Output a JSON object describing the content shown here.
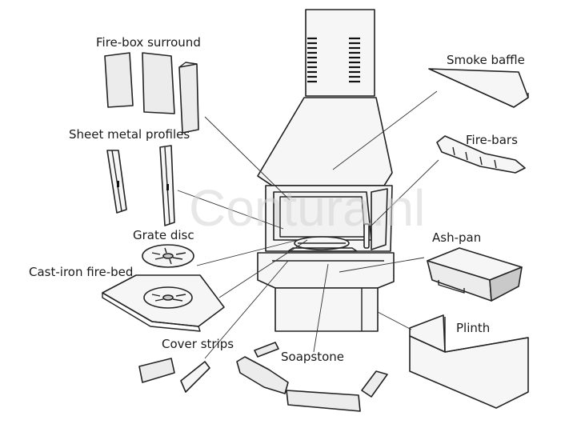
{
  "watermark": "Contura.nl",
  "labels": {
    "firebox_surround": "Fire-box surround",
    "sheet_metal_profiles": "Sheet metal profiles",
    "grate_disc": "Grate disc",
    "cast_iron_fire_bed": "Cast-iron fire-bed",
    "cover_strips": "Cover strips",
    "soapstone": "Soapstone",
    "smoke_baffle": "Smoke baffle",
    "fire_bars": "Fire-bars",
    "ash_pan": "Ash-pan",
    "plinth": "Plinth"
  }
}
